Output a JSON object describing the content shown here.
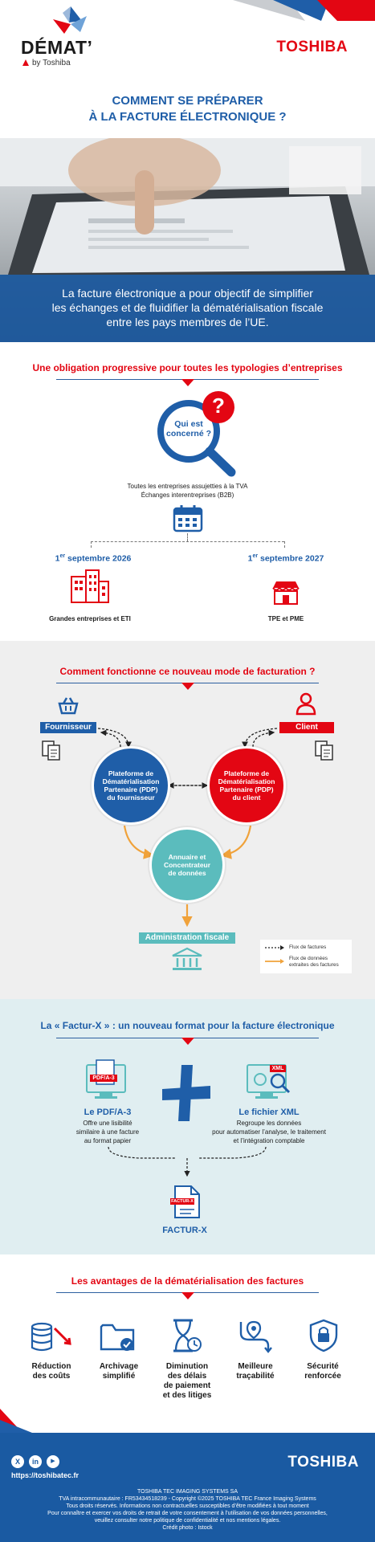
{
  "brand": {
    "logo_name": "DÉMAT’",
    "logo_by": "by Toshiba",
    "toshiba": "TOSHIBA",
    "colors": {
      "blue": "#1f5ea8",
      "red": "#e30613",
      "teal": "#5bbcbd",
      "orange": "#f0a23a"
    }
  },
  "header": {
    "title_line1": "COMMENT SE PRÉPARER",
    "title_line2": "À LA FACTURE ÉLECTRONIQUE ?"
  },
  "hero": {
    "text_line1": "La facture électronique a pour objectif de simplifier",
    "text_line2": "les échanges et de fluidifier la dématérialisation fiscale",
    "text_line3": "entre les pays membres de l’UE."
  },
  "obligation": {
    "title": "Une obligation progressive pour toutes les typologies d’entreprises",
    "magnifier_line1": "Qui est",
    "magnifier_line2": "concerné ?",
    "question_mark": "?",
    "scope_line1": "Toutes les entreprises assujetties à la TVA",
    "scope_line2": "Échanges interentreprises (B2B)",
    "date1_day": "1",
    "date1_sup": "er",
    "date1_rest": " septembre 2026",
    "date2_day": "1",
    "date2_sup": "er",
    "date2_rest": " septembre 2027",
    "group1": "Grandes entreprises et ETI",
    "group2": "TPE et PME"
  },
  "fonctionnement": {
    "title": "Comment fonctionne ce nouveau mode de facturation ?",
    "supplier": "Fournisseur",
    "client": "Client",
    "pdp_supplier_1": "Plateforme de",
    "pdp_supplier_2": "Dématérialisation",
    "pdp_supplier_3": "Partenaire (PDP)",
    "pdp_supplier_4": "du fournisseur",
    "pdp_client_1": "Plateforme de",
    "pdp_client_2": "Dématérialisation",
    "pdp_client_3": "Partenaire (PDP)",
    "pdp_client_4": "du client",
    "concentrator_1": "Annuaire et",
    "concentrator_2": "Concentrateur",
    "concentrator_3": "de données",
    "administration": "Administration fiscale",
    "legend_invoices": "Flux de factures",
    "legend_data_1": "Flux de données",
    "legend_data_2": "extraites des factures"
  },
  "facturx": {
    "title": "La « Factur-X » : un nouveau format pour la facture électronique",
    "pdf_badge": "PDF/A-3",
    "xml_badge": "XML",
    "pdf_title": "Le PDF/A-3",
    "pdf_desc_1": "Offre une lisibilité",
    "pdf_desc_2": "similaire à une facture",
    "pdf_desc_3": "au format papier",
    "xml_title": "Le fichier XML",
    "xml_desc_1": "Regroupe les données",
    "xml_desc_2": "pour automatiser l’analyse, le traitement",
    "xml_desc_3": "et l’intégration comptable",
    "result_badge": "FACTUR-X",
    "result": "FACTUR-X"
  },
  "avantages": {
    "title": "Les avantages de la dématérialisation des factures",
    "items": [
      {
        "l1": "Réduction",
        "l2": "des coûts",
        "l3": "",
        "l4": ""
      },
      {
        "l1": "Archivage",
        "l2": "simplifié",
        "l3": "",
        "l4": ""
      },
      {
        "l1": "Diminution",
        "l2": "des délais",
        "l3": "de paiement",
        "l4": "et des litiges"
      },
      {
        "l1": "Meilleure",
        "l2": "traçabilité",
        "l3": "",
        "l4": ""
      },
      {
        "l1": "Sécurité",
        "l2": "renforcée",
        "l3": "",
        "l4": ""
      }
    ]
  },
  "footer": {
    "url": "https://toshibatec.fr",
    "social_x": "X",
    "social_in": "in",
    "social_yt": "▶",
    "toshiba": "TOSHIBA",
    "line1": "TOSHIBA TEC IMAGING SYSTEMS SA",
    "line2": "TVA intracommunautaire : FR53434518239 - Copyright ©2025 TOSHIBA TEC France Imaging Systems",
    "line3": "Tous droits réservés. Informations non contractuelles susceptibles d’être modifiées à tout moment",
    "line4": "Pour connaître et exercer vos droits de retrait de votre consentement à l’utilisation de vos données personnelles,",
    "line5": "veuillez consulter notre politique de confidentialité et nos mentions légales.",
    "line6": "Crédit photo : Istock"
  }
}
